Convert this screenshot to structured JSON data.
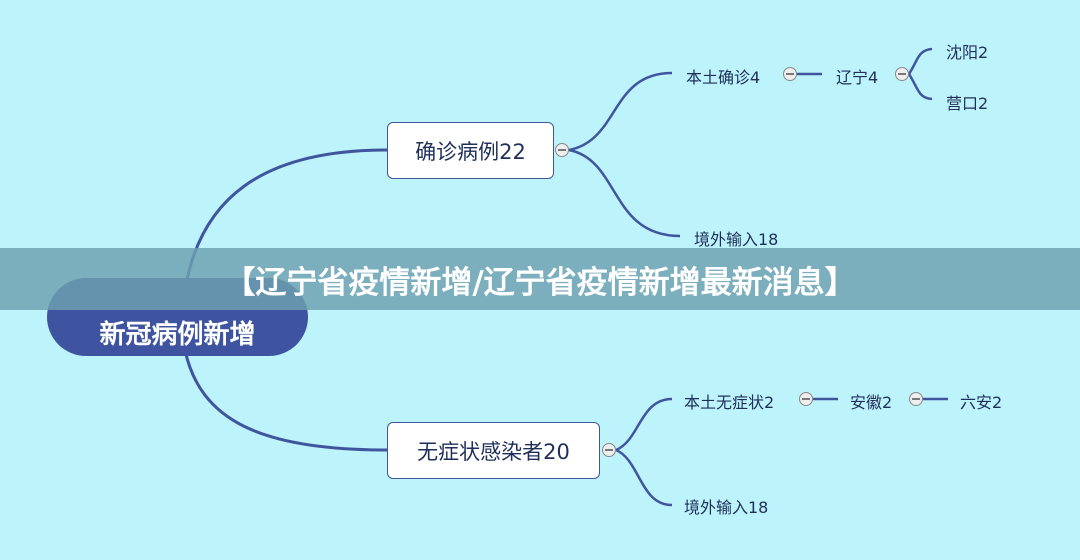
{
  "root": "新冠病例新增",
  "branches": [
    {
      "label": "确诊病例22",
      "children": [
        {
          "label": "本土确诊4",
          "children": [
            {
              "label": "辽宁4",
              "children": [
                {
                  "label": "沈阳2"
                },
                {
                  "label": "营口2"
                }
              ]
            }
          ]
        },
        {
          "label": "境外输入18"
        }
      ]
    },
    {
      "label": "无症状感染者20",
      "children": [
        {
          "label": "本土无症状2",
          "children": [
            {
              "label": "安徽2",
              "children": [
                {
                  "label": "六安2"
                }
              ]
            }
          ]
        },
        {
          "label": "境外输入18"
        }
      ]
    }
  ],
  "banner_title": "【辽宁省疫情新增/辽宁省疫情新增最新消息】",
  "colors": {
    "background": "#bdf3fb",
    "line": "#3f569e",
    "root": "#3e54a0"
  }
}
